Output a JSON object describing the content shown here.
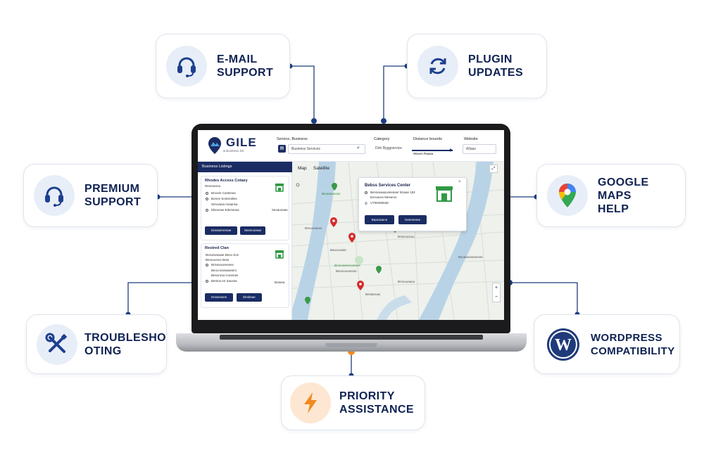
{
  "features": {
    "email": {
      "label": "E-MAIL\nSUPPORT",
      "icon": "headset-icon"
    },
    "plugin": {
      "label": "PLUGIN\nUPDATES",
      "icon": "refresh-icon"
    },
    "premium": {
      "label": "PREMIUM\nSUPPORT",
      "icon": "headset-icon"
    },
    "google": {
      "label": "GOOGLE MAPS\nHELP",
      "icon": "google-maps-pin-icon"
    },
    "troubleshooting": {
      "label": "TROUBLESHO\nOTING",
      "icon": "wrench-screwdriver-icon"
    },
    "wordpress": {
      "label": "WORDPRESS\nCOMPATIBILITY",
      "icon": "wordpress-icon"
    },
    "priority": {
      "label": "PRIORITY\nASSISTANCE",
      "icon": "lightning-icon"
    }
  },
  "app": {
    "logo": "GILE",
    "logo_sub": "& Business Dir",
    "header": {
      "search_label": "Service, Business",
      "search_value": "Business Services",
      "category_label": "Category",
      "category_value": "Dirtr Byggservice",
      "distance_label": "Distance bounds",
      "distance_value": "Waves Raaaa",
      "location_label": "Website",
      "location_value": "Wlaas"
    },
    "sidebar": {
      "title": "Business Listings",
      "listings": [
        {
          "title": "Rhodes Access Cotaey",
          "subtitle": "Resoranna",
          "lines": [
            "Broorie Castenas",
            "Bonne Sonteralies",
            "Seruvasa Asaansa",
            "Ebicesas Edenanas"
          ],
          "link": "Sexaunaae",
          "buttons": [
            "Greasenrenae",
            "Seencoreae"
          ]
        },
        {
          "title": "Restred Clan",
          "subtitle": "",
          "lines": [
            "Breuesasaae Beso Sos",
            "Beouoonce Bras",
            "Brissvaceenees",
            "Beocooseaasanrs",
            "Besorosa Conenas",
            "Bentos en Saunas"
          ],
          "link": "Brasea",
          "buttons": [
            "Gessessee",
            "Eksbeae"
          ]
        }
      ]
    },
    "map": {
      "tabs": [
        "Map",
        "Satellite"
      ],
      "popup": {
        "title": "Bebss Services Center",
        "lines": [
          "Bensasaasuseeaser B1aae 182",
          "Eeroaces Meseros",
          "VT08455538"
        ],
        "buttons": [
          "Baacsaene",
          "Geersenee"
        ]
      },
      "labels": [
        "Brosananoss",
        "Breoooanee",
        "Brasososoo",
        "Baooooaas",
        "Broeoaeeeooeaes",
        "Bessooooenas",
        "Bsoaaoseeaceee",
        "Brsouoaaoo",
        "Bestanoas"
      ]
    }
  },
  "colors": {
    "navy": "#1a2c63",
    "connector": "#1f3d7a",
    "accent_orange": "#f28a1e",
    "icon_bg": "#e8eef8",
    "water": "#b9d3e6"
  }
}
